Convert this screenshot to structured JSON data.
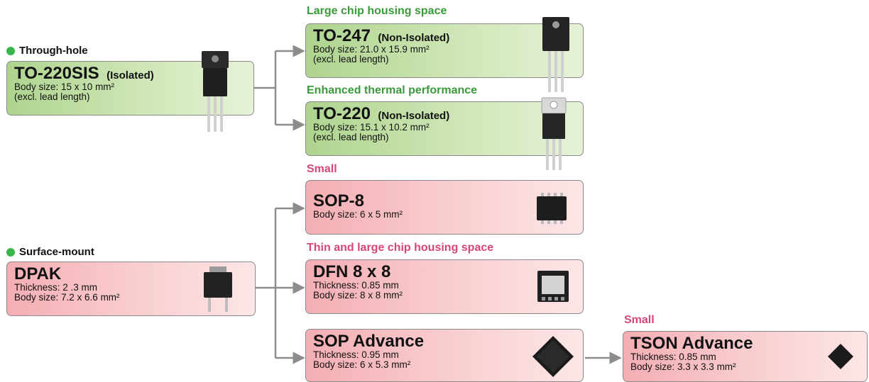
{
  "through_hole": {
    "heading": "Through-hole",
    "base": {
      "name": "TO-220SIS",
      "variant": "(Isolated)",
      "line1": "Body size: 15 x 10 mm²",
      "line2": "(excl. lead length)"
    }
  },
  "surface_mount": {
    "heading": "Surface-mount",
    "base": {
      "name": "DPAK",
      "line1": "Thickness: 2 .3 mm",
      "line2": "Body size: 7.2 x 6.6 mm²"
    }
  },
  "packages": {
    "to247": {
      "caption": "Large chip housing space",
      "name": "TO-247",
      "variant": "(Non-Isolated)",
      "line1": "Body size: 21.0 x 15.9 mm²",
      "line2": "(excl. lead length)"
    },
    "to220": {
      "caption": "Enhanced thermal performance",
      "name": "TO-220",
      "variant": "(Non-Isolated)",
      "line1": "Body size: 15.1 x 10.2 mm²",
      "line2": "(excl. lead length)"
    },
    "sop8": {
      "caption": "Small",
      "name": "SOP-8",
      "line1": "Body size: 6 x 5 mm²"
    },
    "dfn": {
      "caption": "Thin and large chip housing space",
      "name": "DFN 8 x 8",
      "line1": "Thickness: 0.85 mm",
      "line2": "Body size: 8 x 8 mm²"
    },
    "sopadv": {
      "name": "SOP Advance",
      "line1": "Thickness: 0.95 mm",
      "line2": "Body size: 6 x 5.3 mm²"
    },
    "tson": {
      "caption": "Small",
      "name": "TSON Advance",
      "line1": "Thickness: 0.85 mm",
      "line2": "Body size: 3.3 x 3.3 mm²"
    }
  },
  "colors": {
    "through_hole_fill": "#c5e1a9",
    "surface_mount_fill": "#f8c4c7",
    "green_caption": "#3a9a3a",
    "pink_caption": "#d6457a",
    "bullet": "#3ab54a",
    "connector": "#8c8c8c"
  }
}
